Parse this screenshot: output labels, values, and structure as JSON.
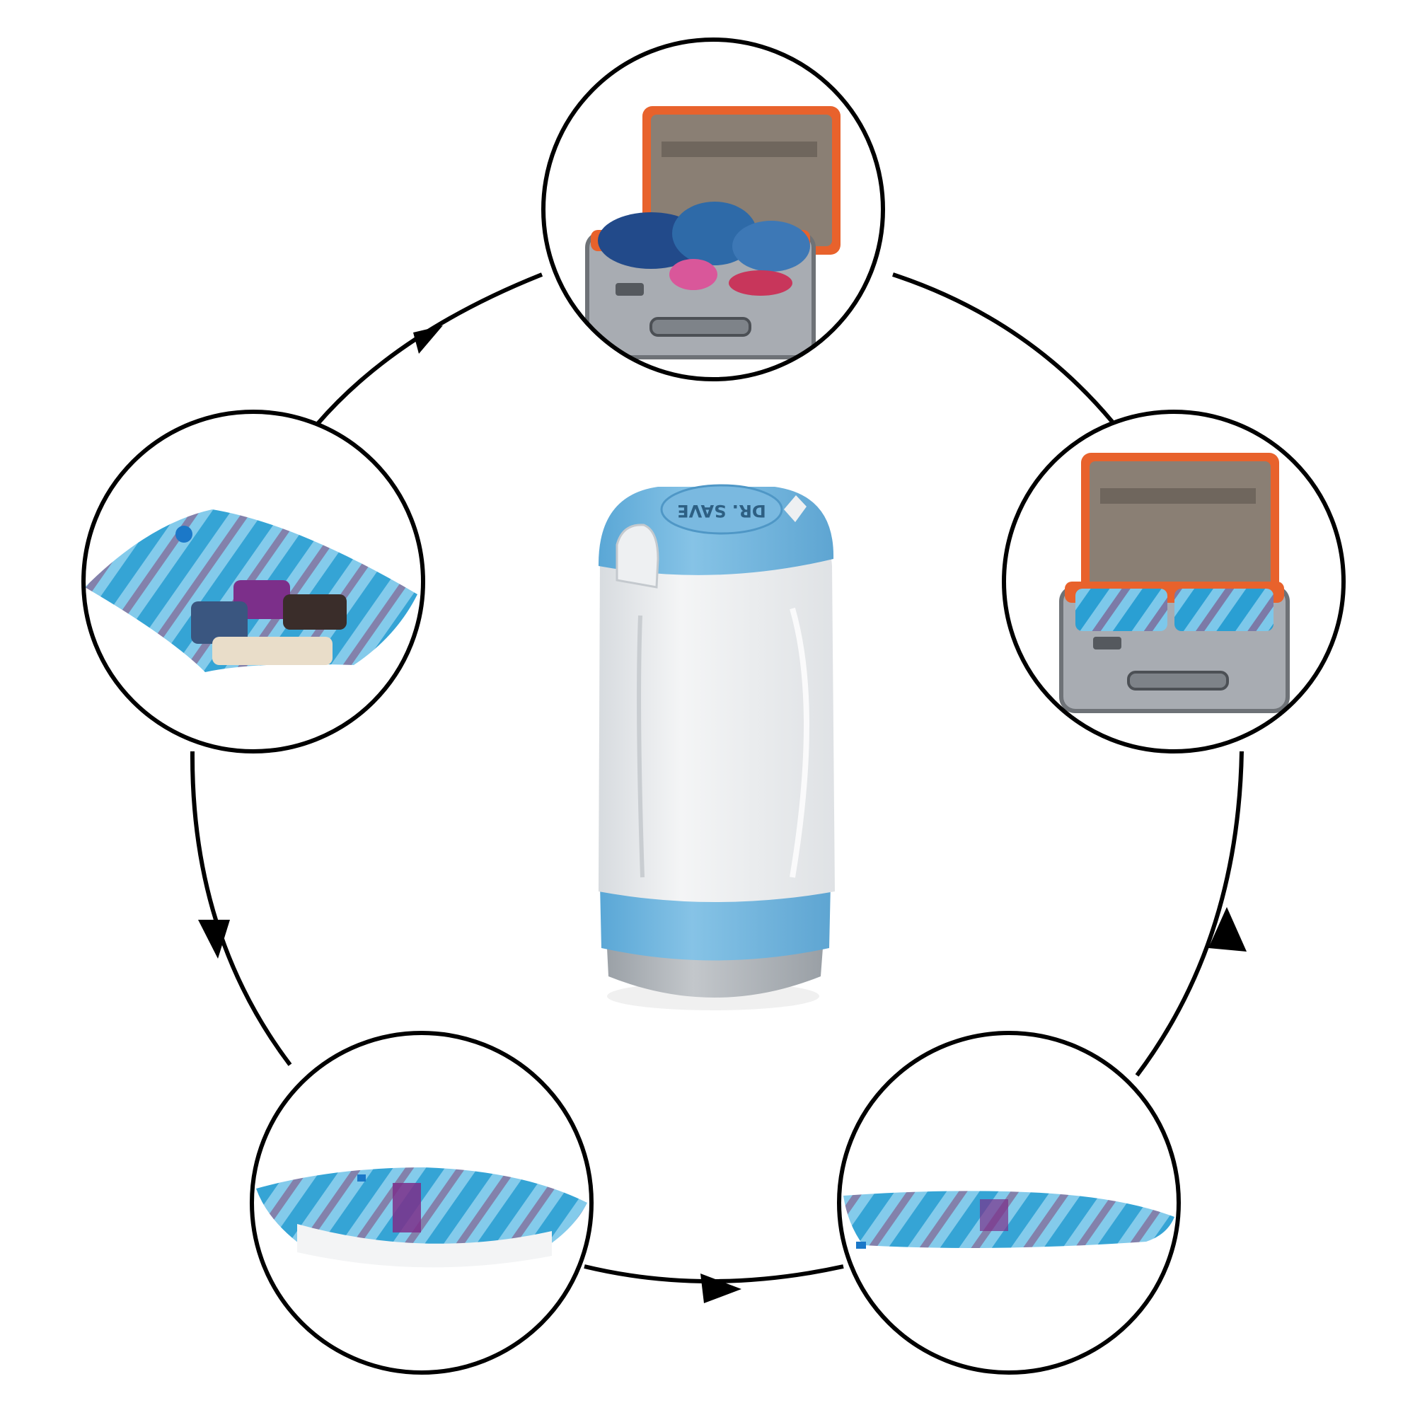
{
  "diagram": {
    "type": "cycle",
    "direction": "counterclockwise",
    "background": "#ffffff",
    "stroke_color": "#000000",
    "center_item": {
      "name": "vacuum-pump",
      "brand_text": "DR. SAVE",
      "colors": {
        "body": "#e9ecef",
        "accent": "#6fb3dc",
        "base": "#a9aeb3"
      }
    },
    "steps": [
      {
        "id": "suitcase-full-clothes",
        "contents": "suitcase-with-loose-clothes"
      },
      {
        "id": "bag-open-clothes",
        "contents": "vacuum-bag-filled-clothes"
      },
      {
        "id": "bag-sealed",
        "contents": "vacuum-bag-sealed"
      },
      {
        "id": "bag-compressed",
        "contents": "vacuum-bag-compressed"
      },
      {
        "id": "suitcase-packed-bags",
        "contents": "suitcase-with-compressed-bags"
      }
    ],
    "colors": {
      "suitcase_shell": "#a8acb2",
      "suitcase_trim": "#e8622c",
      "suitcase_lining": "#8a7f74",
      "bag_blue": "#3aa9dc",
      "bag_stripe_purple": "#7c3a6e"
    }
  }
}
